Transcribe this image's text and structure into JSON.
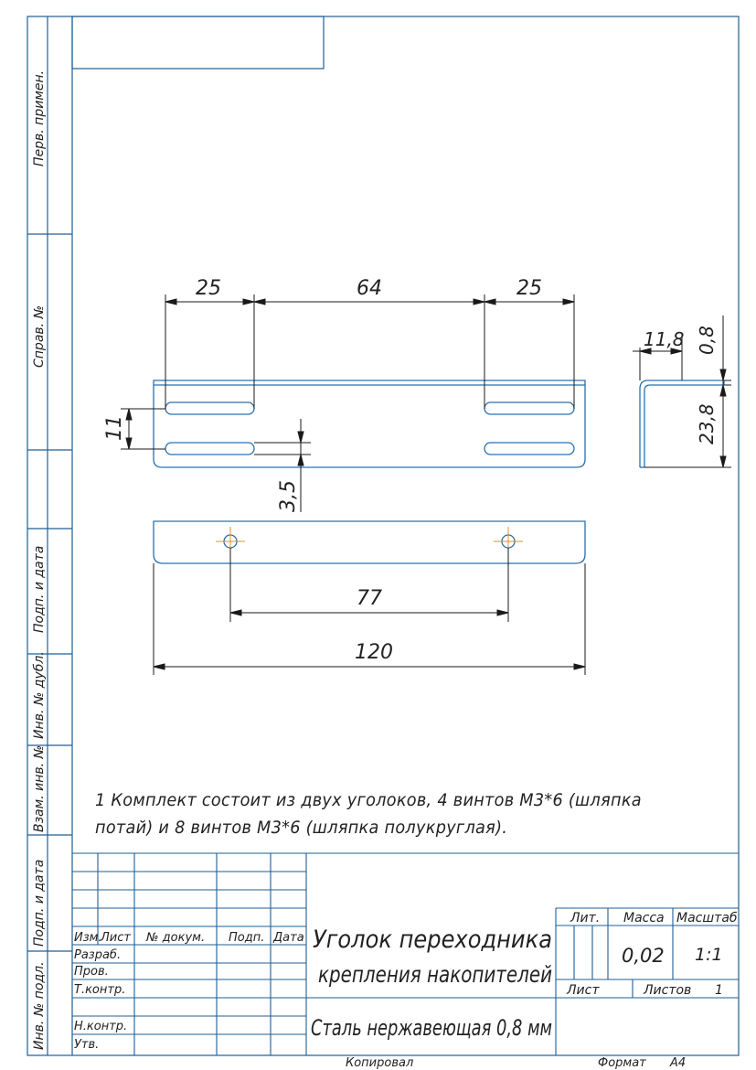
{
  "side_labels": {
    "perv_primen": "Перв. примен.",
    "sprav_no": "Справ. №",
    "podp_data_1": "Подп. и дата",
    "inv_dubl": "Инв. № дубл.",
    "vzam_inv": "Взам. инв. №",
    "podp_data_2": "Подп. и дата",
    "inv_podl": "Инв. № подл."
  },
  "dimensions": {
    "d25_left": "25",
    "d64": "64",
    "d25_right": "25",
    "d11": "11",
    "d3_5": "3,5",
    "d77": "77",
    "d120": "120",
    "d11_8": "11,8",
    "d0_8": "0,8",
    "d23_8": "23,8"
  },
  "note": "1 Комплект состоит из двух уголоков, 4 винтов М3*6 (шляпка потай) и 8 винтов М3*6 (шляпка полукруглая).",
  "title_block": {
    "izm": "Изм.",
    "list": "Лист",
    "n_dokum": "№ докум.",
    "podp": "Подп.",
    "data": "Дата",
    "razrab": "Разраб.",
    "prov": "Пров.",
    "t_kontr": "Т.контр.",
    "n_kontr": "Н.контр.",
    "utv": "Утв.",
    "title_line1": "Уголок переходника",
    "title_line2": "крепления накопителей",
    "material": "Сталь нержавеющая 0,8 мм",
    "lit": "Лит.",
    "massa": "Масса",
    "masshtab": "Масштаб",
    "massa_value": "0,02",
    "masshtab_value": "1:1",
    "sheet_label": "Лист",
    "sheets_label": "Листов",
    "sheets_value": "1"
  },
  "footer": {
    "kopiroval": "Копировал",
    "format_label": "Формат",
    "format_value": "А4"
  },
  "colors": {
    "frame": "#1f5f96",
    "part": "#2a6fb0",
    "dim": "#1a1a1a",
    "center": "#e0902a"
  }
}
